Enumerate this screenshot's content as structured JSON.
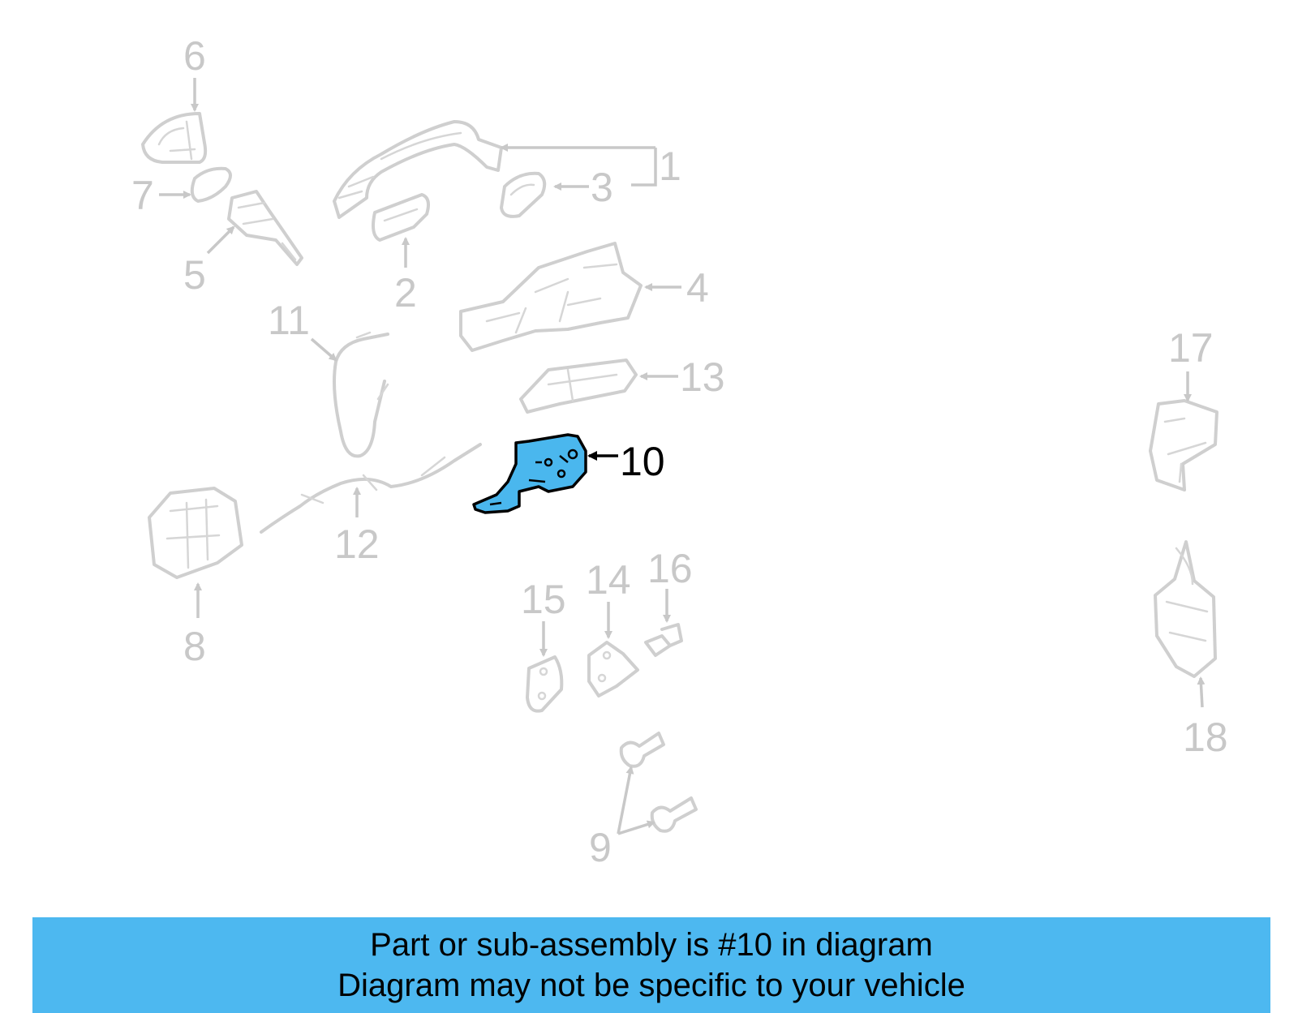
{
  "callouts": {
    "c1": "1",
    "c2": "2",
    "c3": "3",
    "c4": "4",
    "c5": "5",
    "c6": "6",
    "c7": "7",
    "c8": "8",
    "c9": "9",
    "c10": "10",
    "c11": "11",
    "c12": "12",
    "c13": "13",
    "c14": "14",
    "c15": "15",
    "c16": "16",
    "c17": "17",
    "c18": "18"
  },
  "highlighted_part": "10",
  "colors": {
    "highlight_fill": "#4ab7ee",
    "banner_background": "#4db8f0",
    "inactive_line": "#cfcfcf"
  },
  "banner": {
    "line1": "Part or sub-assembly is #10 in diagram",
    "line2": "Diagram may not be specific to your vehicle"
  }
}
